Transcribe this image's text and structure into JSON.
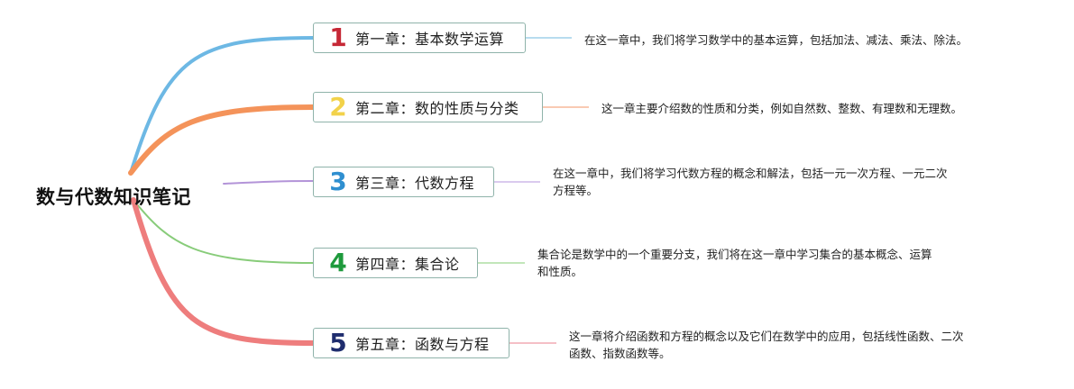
{
  "root": {
    "title": "数与代数知识笔记"
  },
  "chapters": [
    {
      "number": "1",
      "number_color": "#c62836",
      "branch_color": "#6db8e4",
      "link_color": "#9fd0ea",
      "title": "第一章：基本数学运算",
      "description_lines": [
        "在这一章中，我们将学习数学中的基本运算，包括加法、减法、乘法、除法。"
      ]
    },
    {
      "number": "2",
      "number_color": "#f2d24a",
      "branch_color": "#f4935a",
      "link_color": "#f7b89a",
      "title": "第二章：数的性质与分类",
      "description_lines": [
        "这一章主要介绍数的性质和分类，例如自然数、整数、有理数和无理数。"
      ]
    },
    {
      "number": "3",
      "number_color": "#2f8fd0",
      "branch_color": "#b394d8",
      "link_color": "#cdb8e8",
      "title": "第三章：代数方程",
      "description_lines": [
        "在这一章中，我们将学习代数方程的概念和解法，包括一元一次方程、一元二次",
        "方程等。"
      ]
    },
    {
      "number": "4",
      "number_color": "#1e9a3c",
      "branch_color": "#88cc7a",
      "link_color": "#aedda4",
      "title": "第四章：集合论",
      "description_lines": [
        "集合论是数学中的一个重要分支，我们将在这一章中学习集合的基本概念、运算",
        "和性质。"
      ]
    },
    {
      "number": "5",
      "number_color": "#1f2d6e",
      "branch_color": "#ee7d7d",
      "link_color": "#f2aab4",
      "title": "第五章：函数与方程",
      "description_lines": [
        "这一章将介绍函数和方程的概念以及它们在数学中的应用，包括线性函数、二次",
        "函数、指数函数等。"
      ]
    }
  ]
}
